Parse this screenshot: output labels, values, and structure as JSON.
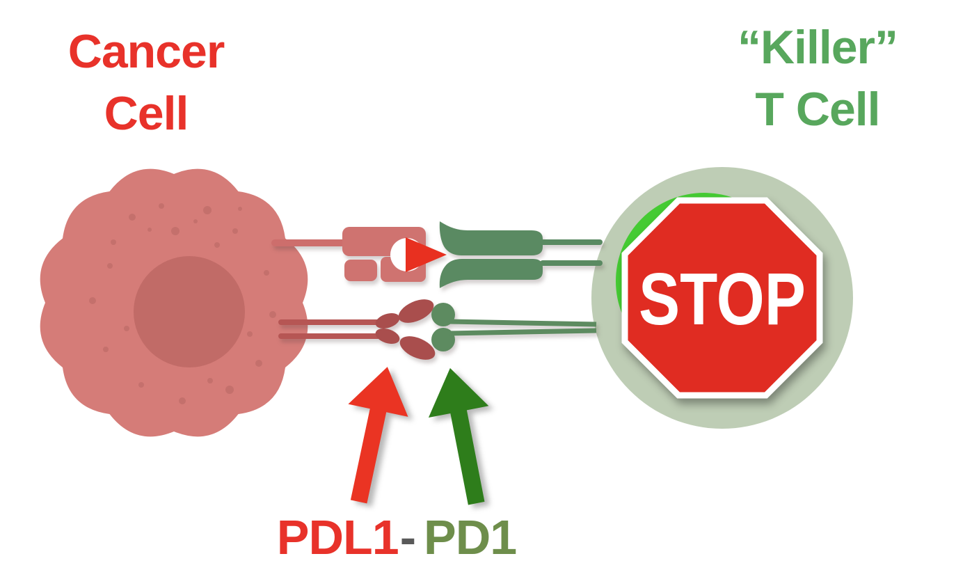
{
  "titles": {
    "cancer": {
      "line1": "Cancer",
      "line2": "Cell",
      "color": "#e8322a"
    },
    "killer": {
      "line1": "“Killer”",
      "line2": "T Cell",
      "color": "#58a75d"
    }
  },
  "bottom_label": {
    "pdl1": "PDL1",
    "separator": "-",
    "pd1": "PD1",
    "pdl1_color": "#e8322a",
    "separator_color": "#595959",
    "pd1_color": "#6e8e4b"
  },
  "stop_sign": {
    "text": "STOP",
    "fill": "#e02c22",
    "border": "#ffffff",
    "text_color": "#ffffff"
  },
  "cancer_cell": {
    "body_color": "#d57c78",
    "nucleus_color": "#c16b67",
    "speckle_color": "#c36f6b"
  },
  "t_cell": {
    "outer_color": "#becdb5",
    "inner_color": "#45cb33"
  },
  "receptors": {
    "mhc_color": "#cf7370",
    "mhc_stalk_color": "#cd6e6c",
    "antigen_disc_color": "#ffffff",
    "antigen_triangle_color": "#e83020",
    "tcr_color": "#5a8a62",
    "pdl1_color": "#a94e4d",
    "pdl1_stalk_color": "#b65654",
    "pd1_color": "#5d8b60"
  },
  "arrows": {
    "pdl1_arrow_color": "#ea3423",
    "pd1_arrow_color": "#2e7d1b"
  }
}
